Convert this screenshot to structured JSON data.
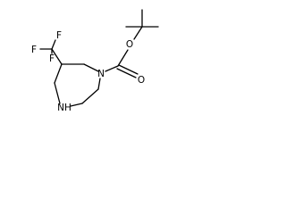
{
  "molecule": {
    "atoms": {
      "f_top": "F",
      "f_left": "F",
      "f_bottom": "F",
      "o_ester": "O",
      "o_carbonyl": "O",
      "n_boc": "N",
      "nh": "NH"
    }
  },
  "colors": {
    "bond": "#000000",
    "label": "#000000",
    "background": "#ffffff"
  }
}
